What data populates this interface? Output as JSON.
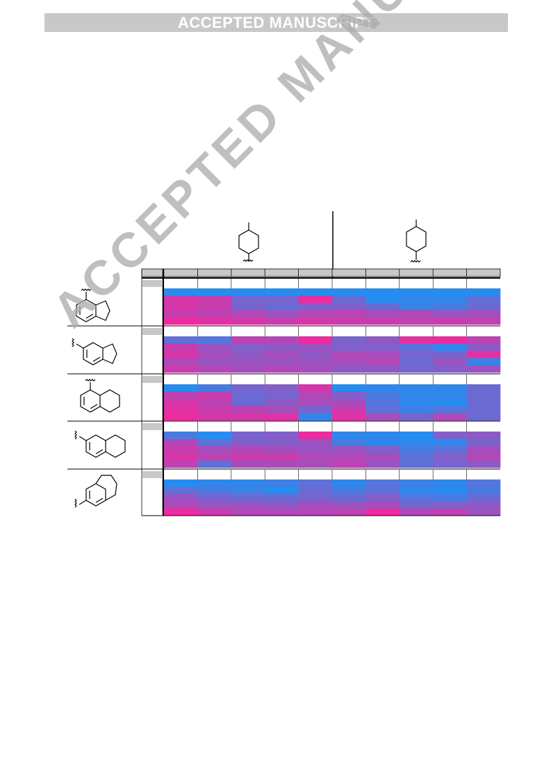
{
  "banner": {
    "text": "ACCEPTED MANUSCRIPT"
  },
  "watermark": {
    "text": "ACCEPTED MANUSCRIPT"
  },
  "colors": {
    "blue": "#0d98f9",
    "magenta": "#f8259a",
    "purple": "#8a55c8",
    "header_gray": "#c8c8c8"
  },
  "scaffold_icons": [
    "indane-4-yl-icon",
    "indane-5-yl-icon",
    "tetralin-5-yl-icon",
    "tetralin-6-yl-icon",
    "indoline-6-yl-icon"
  ],
  "substituent_icons": [
    "piperidine-icon",
    "piperazine-icon"
  ],
  "chart_data": {
    "type": "heatmap",
    "columns": 10,
    "groups": 5,
    "rows_per_group": 5,
    "scale": "0 = magenta, 1 = blue",
    "cells": [
      [
        [
          0.9,
          0.9,
          0.9,
          0.9,
          0.9,
          0.9,
          0.9,
          0.9,
          0.9,
          0.9
        ],
        [
          0.15,
          0.2,
          0.55,
          0.55,
          0.05,
          0.6,
          0.9,
          0.85,
          0.85,
          0.65
        ],
        [
          0.15,
          0.2,
          0.55,
          0.6,
          0.5,
          0.5,
          0.6,
          0.8,
          0.75,
          0.6
        ],
        [
          0.2,
          0.25,
          0.3,
          0.4,
          0.3,
          0.25,
          0.35,
          0.3,
          0.4,
          0.35
        ],
        [
          0.05,
          0.1,
          0.15,
          0.2,
          0.15,
          0.2,
          0.2,
          0.25,
          0.2,
          0.25
        ]
      ],
      [
        [
          0.65,
          0.7,
          0.25,
          0.3,
          0.05,
          0.55,
          0.45,
          0.1,
          0.05,
          0.25
        ],
        [
          0.2,
          0.4,
          0.5,
          0.45,
          0.4,
          0.5,
          0.5,
          0.65,
          0.85,
          0.45
        ],
        [
          0.15,
          0.35,
          0.45,
          0.35,
          0.45,
          0.3,
          0.35,
          0.55,
          0.55,
          0.1
        ],
        [
          0.3,
          0.4,
          0.4,
          0.4,
          0.4,
          0.35,
          0.3,
          0.6,
          0.4,
          0.8
        ],
        [
          0.2,
          0.3,
          0.35,
          0.3,
          0.35,
          0.45,
          0.45,
          0.55,
          0.5,
          0.4
        ]
      ],
      [
        [
          0.9,
          0.75,
          0.55,
          0.5,
          0.15,
          0.9,
          0.85,
          0.85,
          0.85,
          0.6
        ],
        [
          0.25,
          0.2,
          0.6,
          0.55,
          0.3,
          0.5,
          0.75,
          0.85,
          0.85,
          0.6
        ],
        [
          0.15,
          0.25,
          0.6,
          0.45,
          0.35,
          0.35,
          0.7,
          0.85,
          0.9,
          0.6
        ],
        [
          0.1,
          0.2,
          0.25,
          0.35,
          0.55,
          0.2,
          0.65,
          0.8,
          0.7,
          0.6
        ],
        [
          0.05,
          0.15,
          0.15,
          0.1,
          0.85,
          0.1,
          0.35,
          0.55,
          0.3,
          0.6
        ]
      ],
      [
        [
          0.75,
          0.9,
          0.55,
          0.5,
          0.05,
          0.85,
          0.85,
          0.9,
          0.5,
          0.45
        ],
        [
          0.3,
          0.65,
          0.5,
          0.5,
          0.4,
          0.75,
          0.85,
          0.85,
          0.85,
          0.55
        ],
        [
          0.2,
          0.35,
          0.3,
          0.35,
          0.4,
          0.4,
          0.5,
          0.75,
          0.65,
          0.35
        ],
        [
          0.15,
          0.25,
          0.2,
          0.2,
          0.3,
          0.3,
          0.35,
          0.65,
          0.5,
          0.3
        ],
        [
          0.25,
          0.65,
          0.35,
          0.35,
          0.35,
          0.25,
          0.4,
          0.65,
          0.55,
          0.45
        ]
      ],
      [
        [
          0.9,
          0.85,
          0.85,
          0.8,
          0.65,
          0.85,
          0.7,
          0.8,
          0.85,
          0.7
        ],
        [
          0.65,
          0.75,
          0.8,
          0.9,
          0.6,
          0.75,
          0.65,
          0.85,
          0.9,
          0.75
        ],
        [
          0.4,
          0.55,
          0.6,
          0.6,
          0.55,
          0.6,
          0.5,
          0.7,
          0.75,
          0.6
        ],
        [
          0.3,
          0.4,
          0.4,
          0.45,
          0.35,
          0.4,
          0.35,
          0.55,
          0.5,
          0.45
        ],
        [
          0.05,
          0.2,
          0.3,
          0.3,
          0.3,
          0.25,
          0.05,
          0.3,
          0.25,
          0.4
        ]
      ]
    ]
  }
}
